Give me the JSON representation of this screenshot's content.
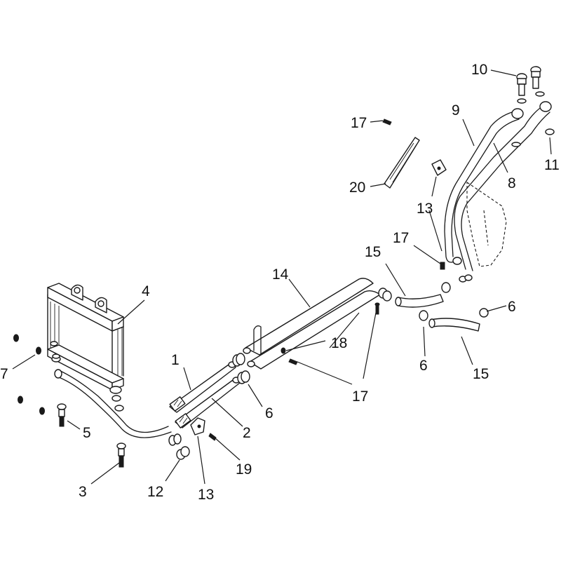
{
  "diagram": {
    "callouts": [
      {
        "id": "c1",
        "text": "1"
      },
      {
        "id": "c2",
        "text": "2"
      },
      {
        "id": "c3",
        "text": "3"
      },
      {
        "id": "c4",
        "text": "4"
      },
      {
        "id": "c5",
        "text": "5"
      },
      {
        "id": "c6a",
        "text": "6"
      },
      {
        "id": "c6b",
        "text": "6"
      },
      {
        "id": "c6c",
        "text": "6"
      },
      {
        "id": "c7",
        "text": "7"
      },
      {
        "id": "c8",
        "text": "8"
      },
      {
        "id": "c9",
        "text": "9"
      },
      {
        "id": "c10",
        "text": "10"
      },
      {
        "id": "c11",
        "text": "11"
      },
      {
        "id": "c12",
        "text": "12"
      },
      {
        "id": "c13a",
        "text": "13"
      },
      {
        "id": "c13b",
        "text": "13"
      },
      {
        "id": "c14",
        "text": "14"
      },
      {
        "id": "c15a",
        "text": "15"
      },
      {
        "id": "c15b",
        "text": "15"
      },
      {
        "id": "c17a",
        "text": "17"
      },
      {
        "id": "c17b",
        "text": "17"
      },
      {
        "id": "c17c",
        "text": "17"
      },
      {
        "id": "c18",
        "text": "18"
      },
      {
        "id": "c19",
        "text": "19"
      },
      {
        "id": "c20",
        "text": "20"
      }
    ]
  }
}
